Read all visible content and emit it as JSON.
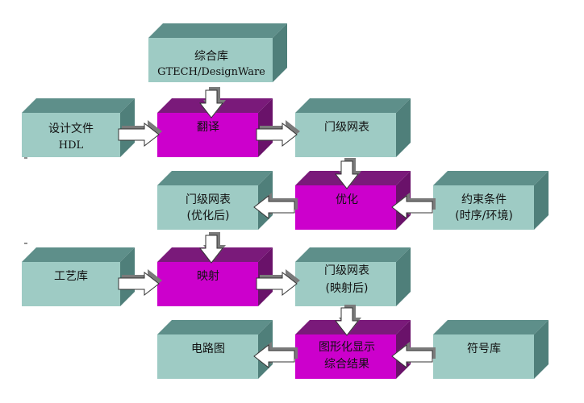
{
  "colors": {
    "teal_front": "#9ecbc4",
    "teal_top": "#5e8f8a",
    "teal_side": "#4f7f7a",
    "magenta_front": "#cc00cc",
    "magenta_top": "#7a1a7a",
    "magenta_side": "#6a126a",
    "arrow_fill": "#ffffff",
    "arrow_shadow": "#7a7a7a"
  },
  "nodes": {
    "synthesis_lib": {
      "line1": "综合库",
      "line2": "GTECH/DesignWare"
    },
    "design_file": {
      "line1": "设计文件",
      "line2": "HDL"
    },
    "translate": {
      "line1": "翻译"
    },
    "gate_netlist_1": {
      "line1": "门级网表"
    },
    "gate_netlist_opt": {
      "line1": "门级网表",
      "line2": "(优化后)"
    },
    "optimize": {
      "line1": "优化"
    },
    "constraints": {
      "line1": "约束条件",
      "line2": "(时序/环境)"
    },
    "tech_lib": {
      "line1": "工艺库"
    },
    "mapping": {
      "line1": "映射"
    },
    "gate_netlist_map": {
      "line1": "门级网表",
      "line2": "(映射后)"
    },
    "schematic": {
      "line1": "电路图"
    },
    "graphical_display": {
      "line1": "图形化显示",
      "line2": "综合结果"
    },
    "symbol_lib": {
      "line1": "符号库"
    }
  }
}
